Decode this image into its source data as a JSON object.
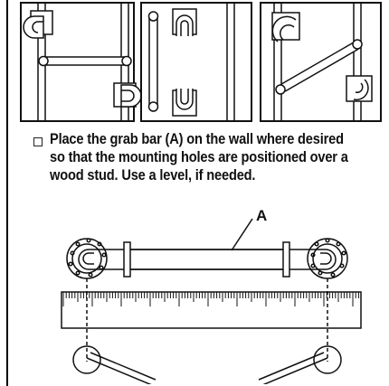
{
  "step": {
    "checkbox_state": "unchecked",
    "text": "Place the grab bar (A) on the wall where desired so that the mounting holes are positioned over a wood stud. Use a level, if needed."
  },
  "callout": {
    "label": "A"
  },
  "panels": [
    {
      "orientation": "horizontal"
    },
    {
      "orientation": "vertical"
    },
    {
      "orientation": "angled"
    }
  ]
}
